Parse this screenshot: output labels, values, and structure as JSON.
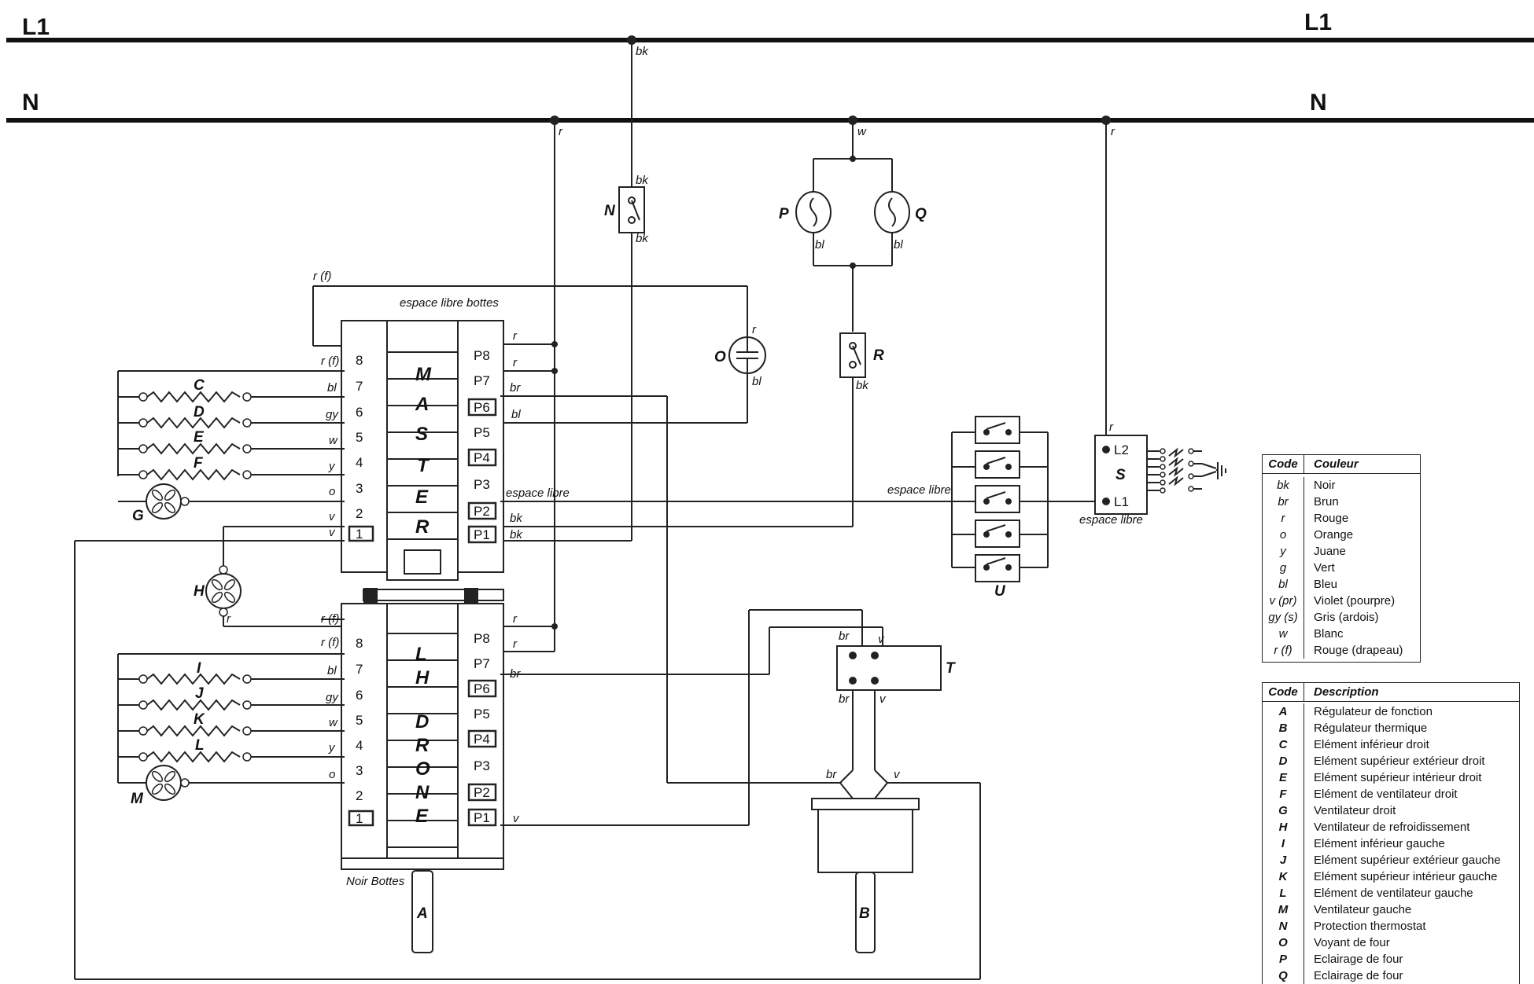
{
  "bus": {
    "l1": "L1",
    "n": "N"
  },
  "wires": {
    "bk": "bk",
    "r": "r",
    "w": "w",
    "bl": "bl",
    "br": "br",
    "gy": "gy",
    "y": "y",
    "o": "o",
    "v": "v",
    "rf": "r (f)"
  },
  "notes": {
    "espace_libre_bottes": "espace libre bottes",
    "espace_libre": "espace libre",
    "noir_bottes": "Noir Bottes"
  },
  "components": {
    "A": "A",
    "B": "B",
    "C": "C",
    "D": "D",
    "E": "E",
    "F": "F",
    "G": "G",
    "H": "H",
    "I": "I",
    "J": "J",
    "K": "K",
    "L": "L",
    "M": "M",
    "N": "N",
    "O": "O",
    "P": "P",
    "Q": "Q",
    "R": "R",
    "S": "S",
    "T": "T",
    "U": "U"
  },
  "switches": {
    "master": [
      "M",
      "A",
      "S",
      "T",
      "E",
      "R"
    ],
    "lhdrone": [
      "L",
      "H",
      "D",
      "R",
      "O",
      "N",
      "E"
    ]
  },
  "terminals": {
    "left": [
      "8",
      "7",
      "6",
      "5",
      "4",
      "3",
      "2",
      "1"
    ],
    "right": [
      "P8",
      "P7",
      "P6",
      "P5",
      "P4",
      "P3",
      "P2",
      "P1"
    ],
    "s": [
      "L2",
      "L1"
    ]
  },
  "color_table": {
    "headers": [
      "Code",
      "Couleur"
    ],
    "rows": [
      [
        "bk",
        "Noir"
      ],
      [
        "br",
        "Brun"
      ],
      [
        "r",
        "Rouge"
      ],
      [
        "o",
        "Orange"
      ],
      [
        "y",
        "Juane"
      ],
      [
        "g",
        "Vert"
      ],
      [
        "bl",
        "Bleu"
      ],
      [
        "v (pr)",
        "Violet (pourpre)"
      ],
      [
        "gy (s)",
        "Gris (ardois)"
      ],
      [
        "w",
        "Blanc"
      ],
      [
        "r (f)",
        "Rouge (drapeau)"
      ]
    ]
  },
  "desc_table": {
    "headers": [
      "Code",
      "Description"
    ],
    "rows": [
      [
        "A",
        "Régulateur de fonction"
      ],
      [
        "B",
        "Régulateur thermique"
      ],
      [
        "C",
        "Elément inférieur droit"
      ],
      [
        "D",
        "Elément supérieur extérieur droit"
      ],
      [
        "E",
        "Elément supérieur intérieur droit"
      ],
      [
        "F",
        "Elément de ventilateur droit"
      ],
      [
        "G",
        "Ventilateur droit"
      ],
      [
        "H",
        "Ventilateur de refroidissement"
      ],
      [
        "I",
        "Elément inférieur gauche"
      ],
      [
        "J",
        "Elément supérieur extérieur gauche"
      ],
      [
        "K",
        "Elément supérieur intérieur gauche"
      ],
      [
        "L",
        "Elément de ventilateur gauche"
      ],
      [
        "M",
        "Ventilateur gauche"
      ],
      [
        "N",
        "Protection thermostat"
      ],
      [
        "O",
        "Voyant de four"
      ],
      [
        "P",
        "Eclairage de four"
      ],
      [
        "Q",
        "Eclairage de four"
      ]
    ]
  }
}
